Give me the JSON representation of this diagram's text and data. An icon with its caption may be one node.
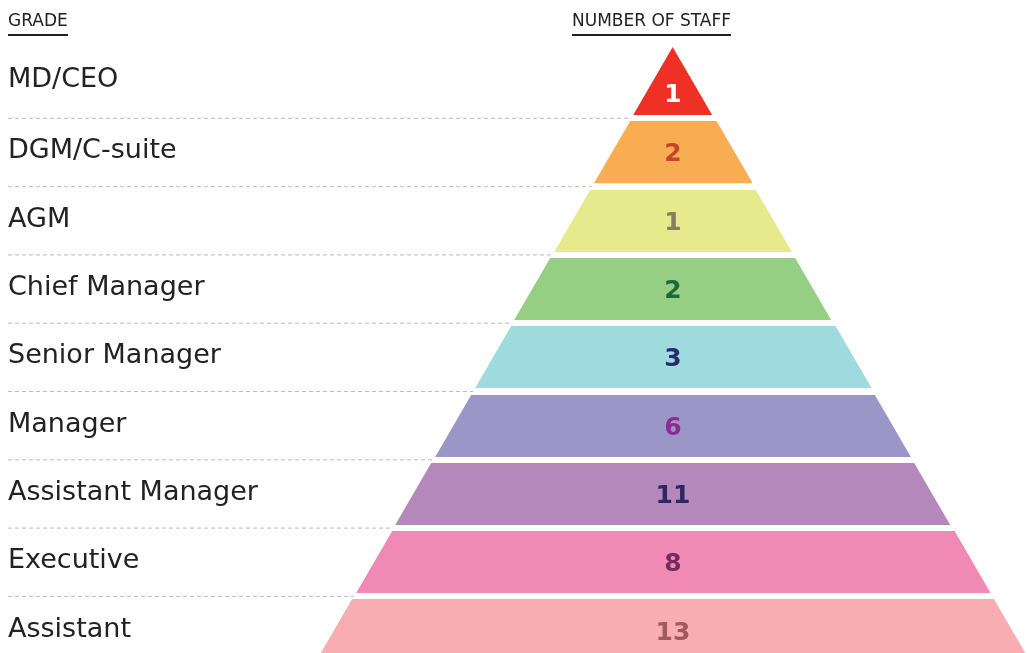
{
  "diagram": {
    "nodes": [
      {
        "text": [
          "1"
        ]
      },
      {
        "text": [
          "2"
        ]
      },
      {
        "text": [
          "1"
        ]
      },
      {
        "text": [
          "2"
        ]
      },
      {
        "text": [
          "3"
        ]
      },
      {
        "text": [
          "6"
        ]
      },
      {
        "text": [
          "11"
        ]
      },
      {
        "text": [
          "8"
        ]
      },
      {
        "text": [
          "13"
        ]
      }
    ],
    "edges": [],
    "labels": [
      "GRADE",
      "NUMBER OF STAFF",
      "MD/CEO",
      "DGM/C-suite",
      "AGM",
      "Chief Manager",
      "Senior Manager",
      "Manager",
      "Assistant Manager",
      "Executive",
      "Assistant"
    ]
  }
}
